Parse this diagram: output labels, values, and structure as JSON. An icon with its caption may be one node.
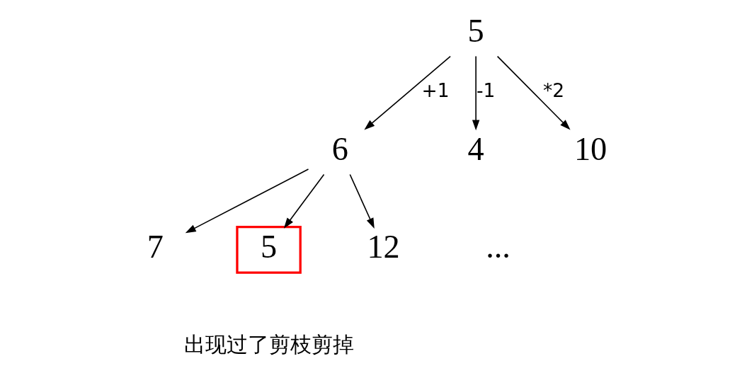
{
  "diagram": {
    "nodes": [
      {
        "text": [
          "5"
        ]
      },
      {
        "text": [
          "6"
        ]
      },
      {
        "text": [
          "4"
        ]
      },
      {
        "text": [
          "10"
        ]
      },
      {
        "text": [
          "7"
        ]
      },
      {
        "text": [
          "5"
        ],
        "beside": [
          "出现过了剪枝剪掉"
        ]
      },
      {
        "text": [
          "12"
        ]
      }
    ],
    "edges": [
      {
        "from": 0,
        "to": 1,
        "arrow": "to",
        "label": "+1"
      },
      {
        "from": 0,
        "to": 2,
        "arrow": "to",
        "label": "-1"
      },
      {
        "from": 0,
        "to": 3,
        "arrow": "to",
        "label": "*2"
      },
      {
        "from": 1,
        "to": 4,
        "arrow": "to"
      },
      {
        "from": 1,
        "to": 5,
        "arrow": "to"
      },
      {
        "from": 1,
        "to": 6,
        "arrow": "to"
      }
    ],
    "labels": [
      "..."
    ]
  }
}
